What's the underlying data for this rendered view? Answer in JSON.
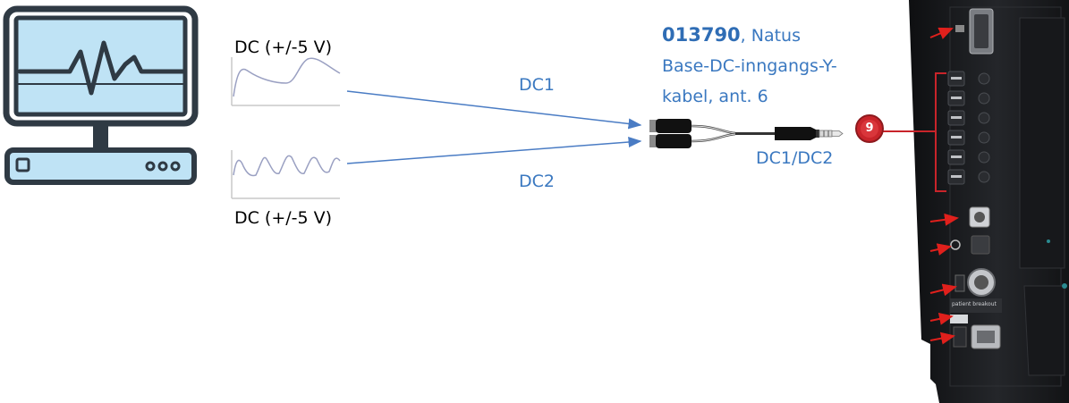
{
  "signal_top_label": "DC (+/-5 V)",
  "signal_bottom_label": "DC (+/-5 V)",
  "channel_1_label": "DC1",
  "channel_2_label": "DC2",
  "connector_label": "DC1/DC2",
  "cable": {
    "part_number": "013790",
    "line1_rest": ", Natus",
    "line2": "Base-DC-inngangs-Y-",
    "line3": "kabel, ant. 6"
  },
  "callout_number": "9",
  "device_labels": {
    "patient_breakout": "patient breakout"
  },
  "colors": {
    "arrow_blue": "#4a7cc4",
    "text_blue": "#3a78c0",
    "part_blue": "#2f6db5",
    "monitor_outline": "#2f3a44",
    "monitor_screen": "#bfe3f5",
    "device_body": "#1c1d20",
    "callout_red": "#c8242a"
  }
}
